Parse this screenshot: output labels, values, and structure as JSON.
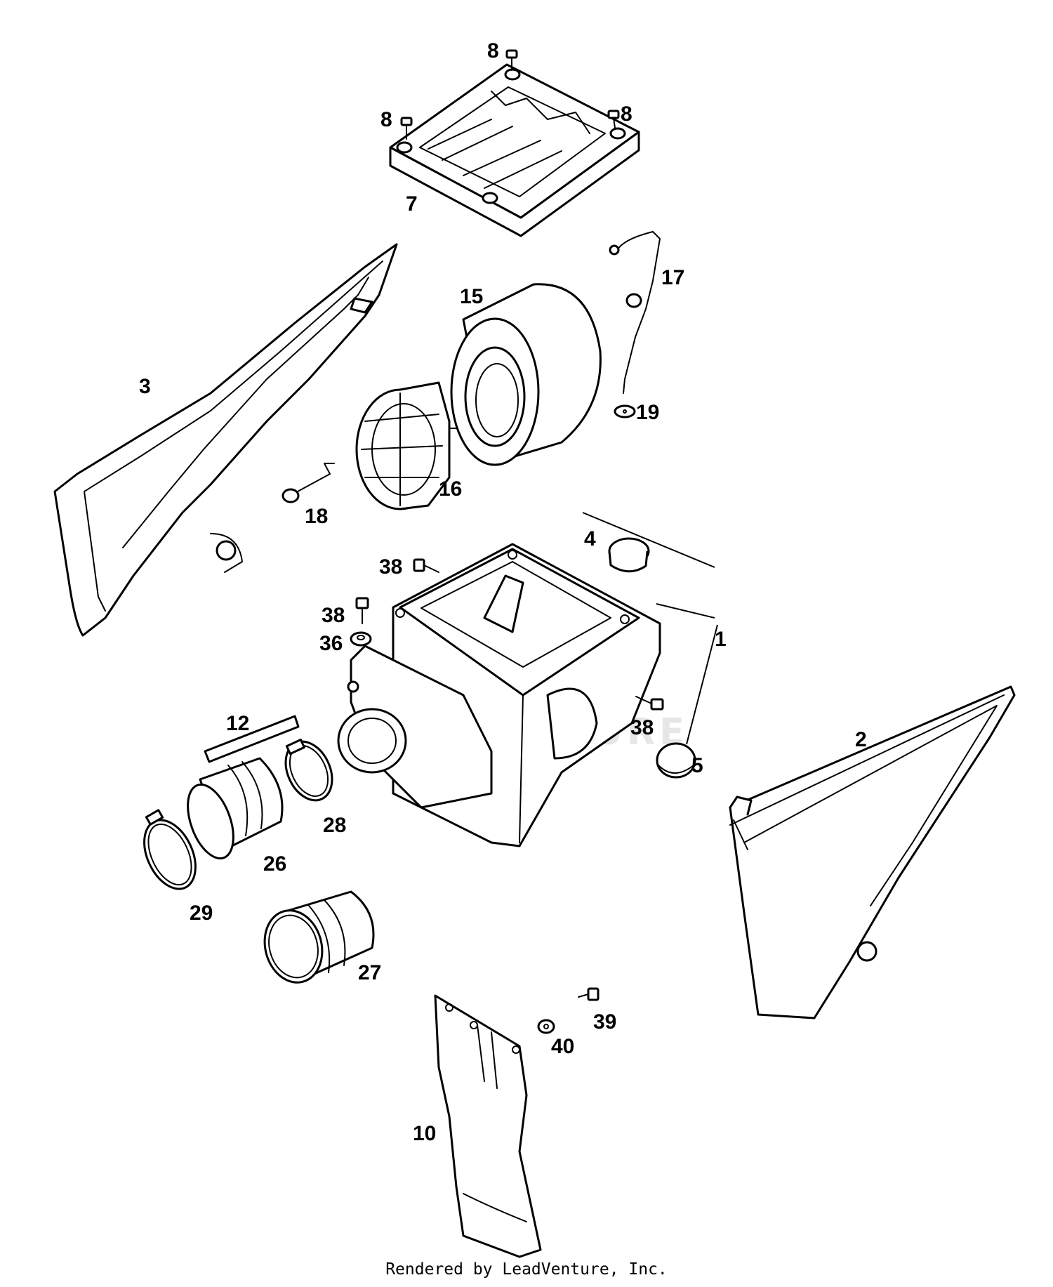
{
  "watermark": "LEADVENTURE",
  "footer": "Rendered by LeadVenture, Inc.",
  "callouts": [
    "8",
    "8",
    "8",
    "7",
    "17",
    "15",
    "3",
    "19",
    "16",
    "18",
    "4",
    "38",
    "38",
    "1",
    "36",
    "12",
    "38",
    "2",
    "5",
    "28",
    "26",
    "29",
    "27",
    "39",
    "40",
    "10"
  ]
}
